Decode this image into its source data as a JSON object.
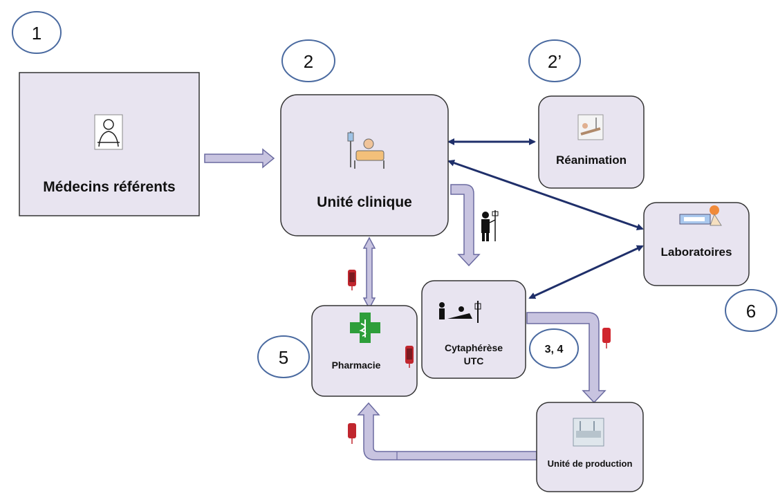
{
  "badges": {
    "b1": "1",
    "b2": "2",
    "b2p": "2’",
    "b34": "3, 4",
    "b5": "5",
    "b6": "6"
  },
  "nodes": {
    "medecins": "Médecins référents",
    "unite_clinique": "Unité clinique",
    "reanimation": "Réanimation",
    "laboratoires": "Laboratoires",
    "cytapherese_line1": "Cytaphérèse",
    "cytapherese_line2": "UTC",
    "pharmacie": "Pharmacie",
    "unite_production": "Unité de production"
  },
  "colors": {
    "box_fill": "#e8e4f0",
    "box_stroke": "#333333",
    "badge_stroke": "#4a6aa0",
    "flow_fill": "#c8c4e0",
    "flow_stroke": "#6a6aa0",
    "dark_arrow": "#1f2f6a",
    "blood_bag": "#c0262e",
    "pharmacy_cross": "#2e9e3a"
  },
  "icons": [
    "doctor-icon",
    "patient-bed-icon",
    "icu-icon",
    "lab-icon",
    "apheresis-icon",
    "pharmacy-cross-icon",
    "production-lab-icon",
    "blood-bag-icon",
    "iv-stand-person-icon"
  ]
}
